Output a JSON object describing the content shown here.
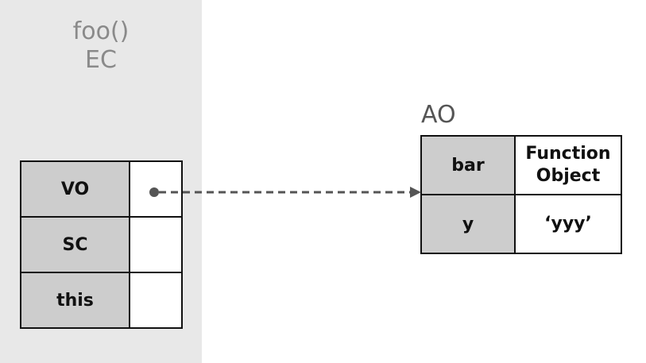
{
  "execution_context": {
    "title_line1": "foo()",
    "title_line2": "EC",
    "rows": [
      {
        "key": "VO",
        "value": ""
      },
      {
        "key": "SC",
        "value": ""
      },
      {
        "key": "this",
        "value": ""
      }
    ]
  },
  "activation_object": {
    "label": "AO",
    "rows": [
      {
        "key": "bar",
        "value_line1": "Function",
        "value_line2": "Object"
      },
      {
        "key": "y",
        "value_line1": "‘yyy’",
        "value_line2": ""
      }
    ]
  },
  "colors": {
    "panel_background": "#e8e8e8",
    "key_cell": "#cdcdcd",
    "arrow": "#555555"
  }
}
